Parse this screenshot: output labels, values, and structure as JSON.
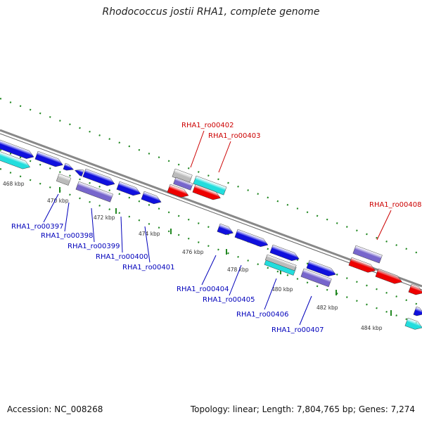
{
  "title": "Rhodococcus jostii RHA1, complete genome",
  "footer": {
    "accession": "Accession: NC_008268",
    "stats": "Topology: linear; Length: 7,804,765 bp; Genes: 7,274"
  },
  "colors": {
    "forward": "#ee0000",
    "reverse": "#1010dd",
    "cyan": "#22dddd",
    "purple": "#7766cc",
    "grey": "#bbbbbb",
    "backbone": "#888888",
    "tick_green": "#228822",
    "label_forward": "#cc0000",
    "label_reverse": "#0000bb"
  },
  "scale_labels": [
    "468 kbp",
    "470 kbp",
    "472 kbp",
    "474 kbp",
    "476 kbp",
    "478 kbp",
    "480 kbp",
    "482 kbp",
    "484 kbp"
  ],
  "forward_labels": [
    "RHA1_ro00402",
    "RHA1_ro00403",
    "RHA1_ro00408"
  ],
  "reverse_labels": [
    "RHA1_ro00397",
    "RHA1_ro00398",
    "RHA1_ro00399",
    "RHA1_ro00400",
    "RHA1_ro00401",
    "RHA1_ro00404",
    "RHA1_ro00405",
    "RHA1_ro00406",
    "RHA1_ro00407"
  ]
}
